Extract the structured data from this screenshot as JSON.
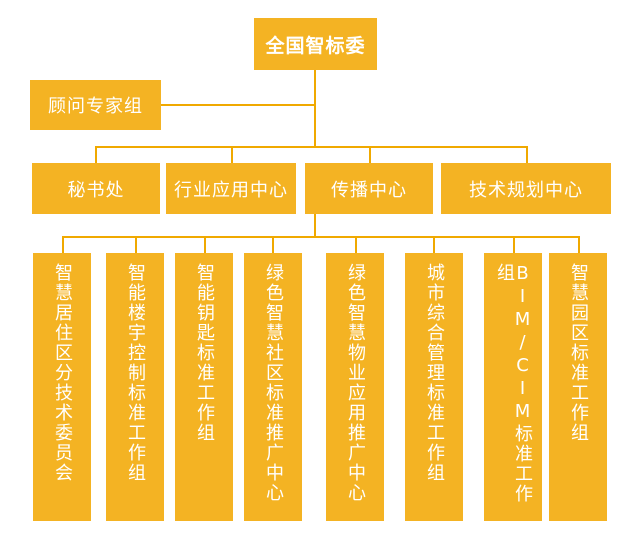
{
  "org_chart": {
    "root": "全国智标委",
    "advisory": "顾问专家组",
    "level2": [
      "秘书处",
      "行业应用中心",
      "传播中心",
      "技术规划中心"
    ],
    "level3": [
      "智慧居住区分技术委员会",
      "智能楼宇控制标准工作组",
      "智能钥匙标准工作组",
      "绿色智慧社区标准推广中心",
      "绿色智慧物业应用推广中心",
      "城市综合管理标准工作组",
      "BIM/CIM标准工作组",
      "智慧园区标准工作组"
    ],
    "colors": {
      "box": "#f4b323",
      "line": "#f0a900",
      "text": "#ffffff"
    }
  }
}
